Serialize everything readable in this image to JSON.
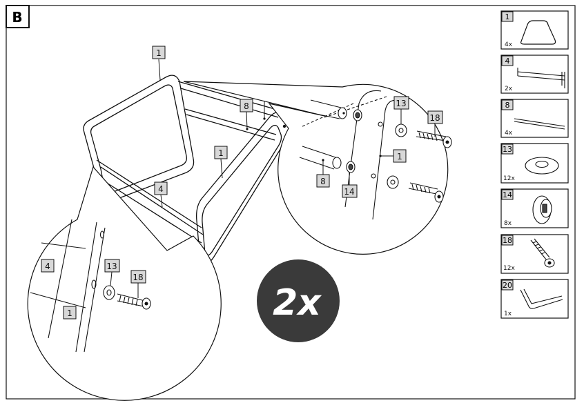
{
  "step": {
    "label": "B"
  },
  "multiplier": {
    "text": "2x"
  },
  "main_callouts": {
    "frame_top": "1",
    "rail_rear": "8",
    "rail_front": "8",
    "frame_side": "1",
    "brace": "4"
  },
  "left_detail": {
    "part_a": "4",
    "part_b": "1",
    "washer": "13",
    "bolt": "18"
  },
  "right_detail": {
    "washer": "13",
    "bolt": "18",
    "frame": "1",
    "rail": "8",
    "nut": "14"
  },
  "parts": [
    {
      "id": "1",
      "qty": "4x",
      "icon": "frame-icon"
    },
    {
      "id": "4",
      "qty": "2x",
      "icon": "brace-icon"
    },
    {
      "id": "8",
      "qty": "4x",
      "icon": "rod-icon"
    },
    {
      "id": "13",
      "qty": "12x",
      "icon": "washer-icon"
    },
    {
      "id": "14",
      "qty": "8x",
      "icon": "barrel-nut-icon"
    },
    {
      "id": "18",
      "qty": "12x",
      "icon": "bolt-icon"
    },
    {
      "id": "20",
      "qty": "1x",
      "icon": "hex-key-icon"
    }
  ]
}
